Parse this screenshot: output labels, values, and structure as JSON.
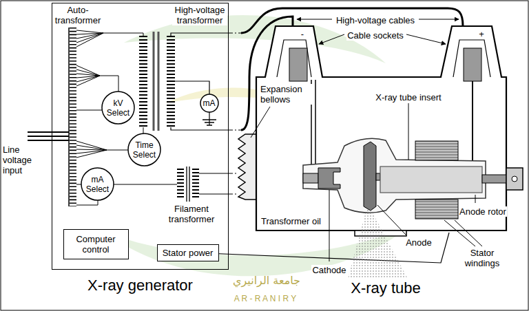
{
  "diagram": {
    "nodes": [
      {
        "text": [
          "X-ray generator"
        ]
      },
      {
        "text": [
          "kV Select"
        ],
        "in": 0
      },
      {
        "text": [
          "mA"
        ],
        "in": 0
      },
      {
        "text": [
          "Time Select"
        ],
        "in": 0
      },
      {
        "text": [
          "mA Select"
        ],
        "in": 0
      },
      {
        "text": [
          "Computer control"
        ],
        "in": 0
      },
      {
        "text": [
          "Stator power"
        ],
        "in": 0
      }
    ],
    "labels": [
      "Auto-transformer",
      "High-voltage transformer",
      "Line voltage input",
      "Filament transformer",
      "X-ray tube",
      "High-voltage cables",
      "Cable sockets",
      "-",
      "+",
      "Expansion bellows",
      "X-ray tube insert",
      "Transformer oil",
      "Cathode",
      "Anode",
      "Stator windings",
      "Anode rotor",
      "جامعة الرانيري",
      "A R - R A N I R Y"
    ]
  }
}
